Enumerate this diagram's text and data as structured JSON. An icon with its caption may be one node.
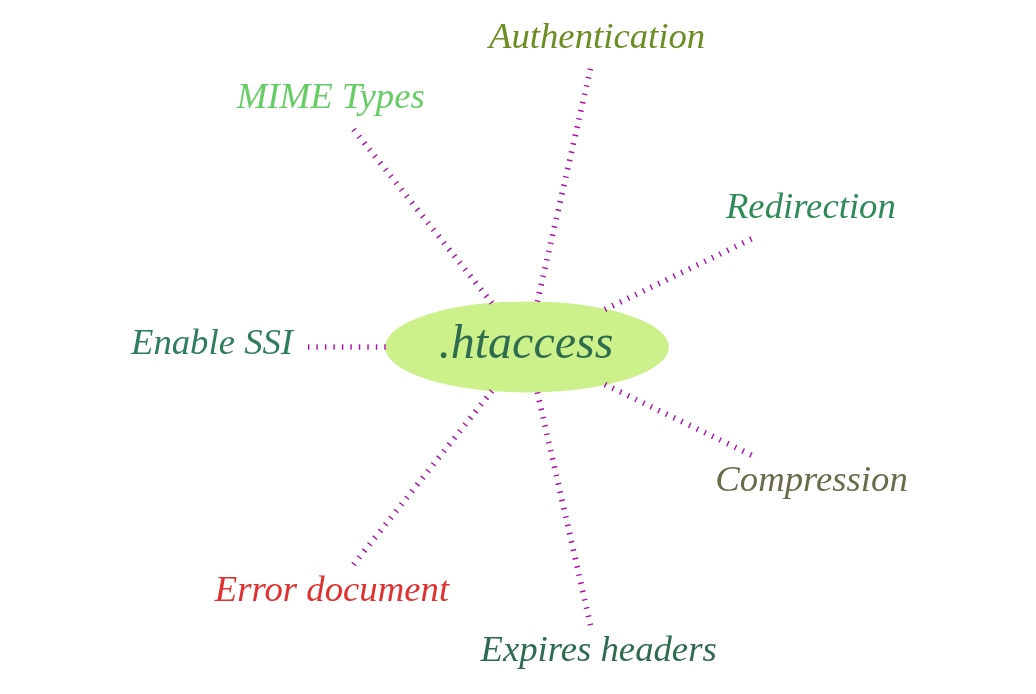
{
  "diagram": {
    "nodes": [
      {
        "text": [
          ".htaccess"
        ]
      },
      {
        "text": [
          "Redirection"
        ]
      },
      {
        "text": [
          "Authentication"
        ]
      },
      {
        "text": [
          "MIME Types"
        ]
      },
      {
        "text": [
          "Enable SSI"
        ]
      },
      {
        "text": [
          "Error document"
        ]
      },
      {
        "text": [
          "Expires headers"
        ]
      },
      {
        "text": [
          "Compression"
        ]
      }
    ],
    "edges": [
      {
        "from": 0,
        "to": 1,
        "arrow": "none",
        "style": "dashed"
      },
      {
        "from": 0,
        "to": 2,
        "arrow": "none",
        "style": "dashed"
      },
      {
        "from": 0,
        "to": 3,
        "arrow": "none",
        "style": "dashed"
      },
      {
        "from": 0,
        "to": 4,
        "arrow": "none",
        "style": "dashed"
      },
      {
        "from": 0,
        "to": 5,
        "arrow": "none",
        "style": "dashed"
      },
      {
        "from": 0,
        "to": 6,
        "arrow": "none",
        "style": "dashed"
      },
      {
        "from": 0,
        "to": 7,
        "arrow": "none",
        "style": "dashed"
      }
    ]
  }
}
